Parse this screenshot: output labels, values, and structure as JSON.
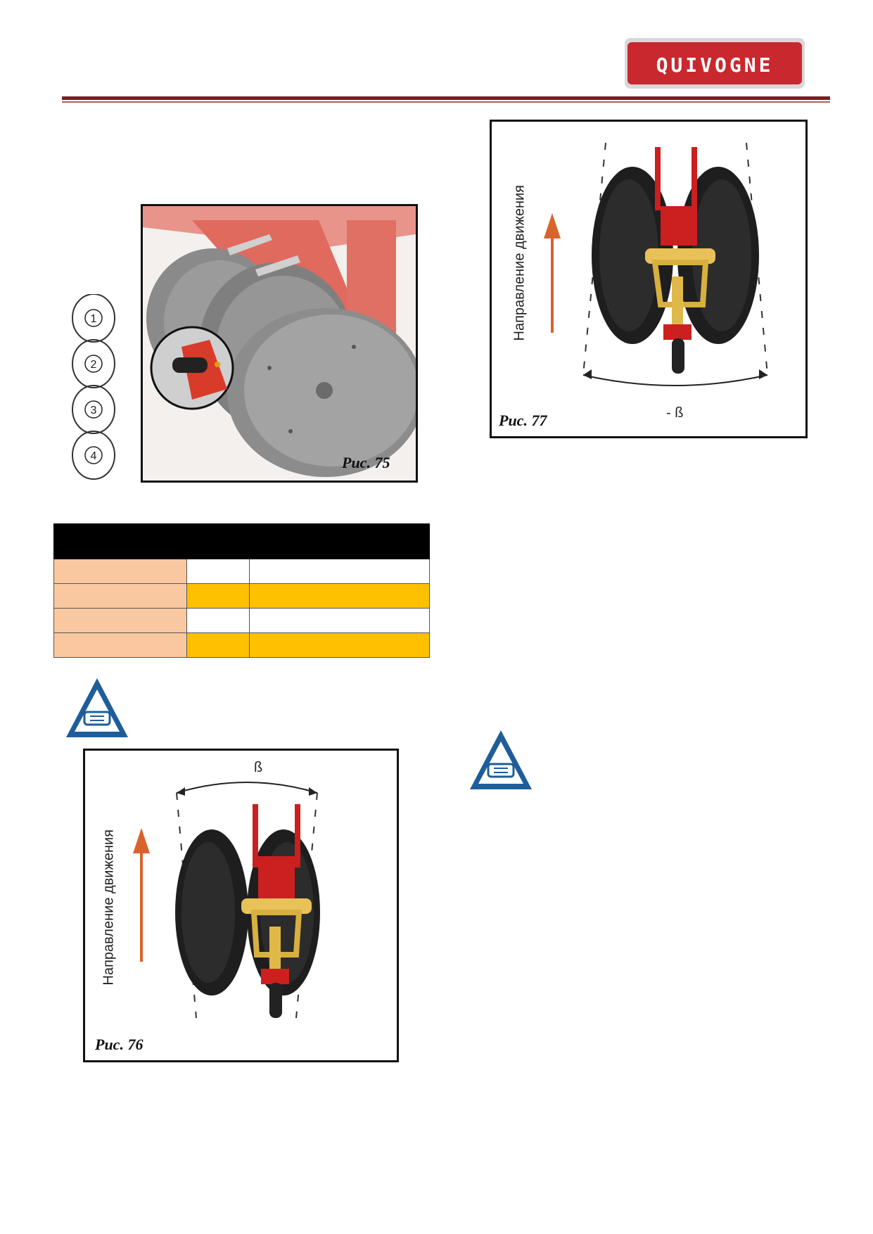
{
  "header": {
    "brand": "QUIVOGNE",
    "brand_bg": "#c8282e"
  },
  "figures": {
    "fig75": {
      "caption": "Рис. 75",
      "positions": [
        "1",
        "2",
        "3",
        "4"
      ]
    },
    "fig76": {
      "caption": "Рис. 76",
      "direction_label": "Направление движения",
      "angle_label": "ß"
    },
    "fig77": {
      "caption": "Рис. 77",
      "direction_label": "Направление движения",
      "angle_label": "- ß"
    }
  },
  "table": {
    "rows": [
      {
        "c2": "",
        "c3": "",
        "highlight": "white"
      },
      {
        "c2": "",
        "c3": "",
        "highlight": "yellow"
      },
      {
        "c2": "",
        "c3": "",
        "highlight": "white"
      },
      {
        "c2": "",
        "c3": "",
        "highlight": "yellow"
      }
    ]
  },
  "icons": {
    "warning_icon": "hand-pointing-icon",
    "colors": {
      "warning_blue": "#1f5d9a",
      "arrow_orange": "#d8642c",
      "frame_red": "#cc1f1f"
    }
  }
}
